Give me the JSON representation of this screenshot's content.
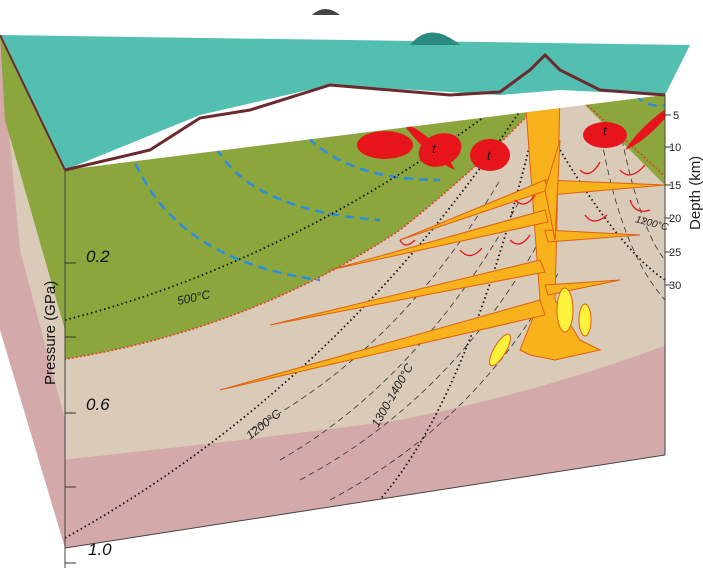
{
  "depth_axis": {
    "title": "Depth (km)",
    "ticks": [
      "5",
      "10",
      "15",
      "20",
      "25",
      "30"
    ]
  },
  "pressure_axis": {
    "title": "Pressure (GPa)",
    "ticks": [
      "0.2",
      "0.6",
      "1.0"
    ]
  },
  "isotherms": {
    "t500": "500°C",
    "t1200": "1200°C",
    "t1200_right": "1200°C",
    "t1300": "1300-1400°C"
  },
  "intrusion_label": "t",
  "colors": {
    "water": "#3fb8a8",
    "upper_crust": "#8aa63c",
    "middle_crust": "#d9cbb8",
    "lower_crust": "#d4a9aa",
    "magma": "#f7b21c",
    "intrusion_red": "#e8141c"
  }
}
